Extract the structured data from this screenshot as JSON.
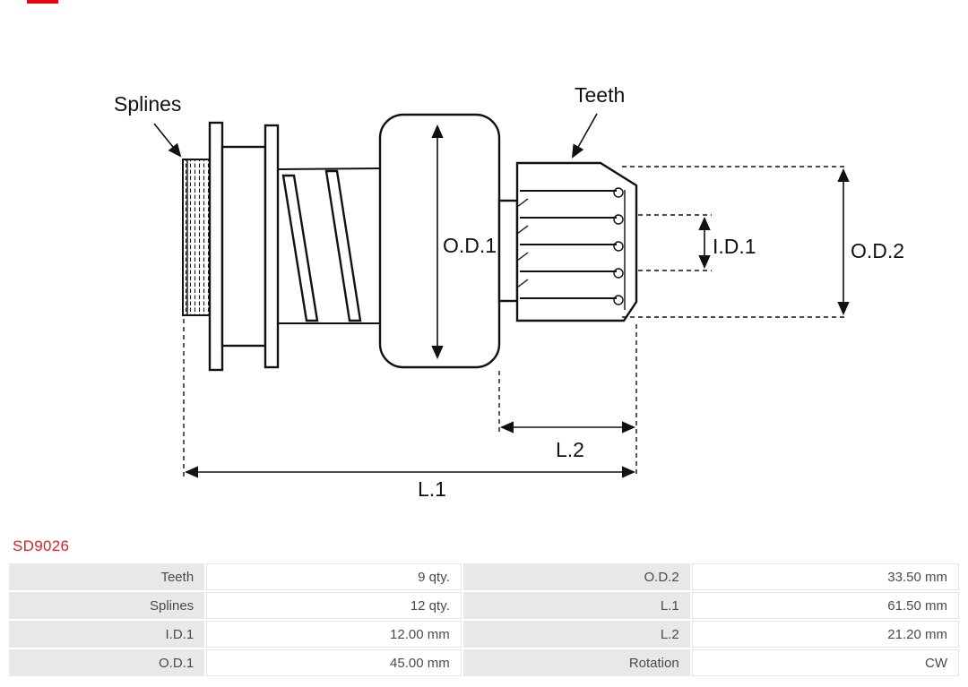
{
  "product": {
    "code": "SD9026",
    "code_color": "#d9232a"
  },
  "diagram": {
    "type": "starter-drive-technical-drawing",
    "labels": {
      "splines": "Splines",
      "teeth": "Teeth",
      "od1": "O.D.1",
      "id1": "I.D.1",
      "od2": "O.D.2",
      "l1": "L.1",
      "l2": "L.2"
    }
  },
  "spec_table": {
    "rows": [
      {
        "cells": [
          {
            "label": "Teeth",
            "value": "9 qty."
          },
          {
            "label": "O.D.2",
            "value": "33.50 mm"
          }
        ]
      },
      {
        "cells": [
          {
            "label": "Splines",
            "value": "12 qty."
          },
          {
            "label": "L.1",
            "value": "61.50 mm"
          }
        ]
      },
      {
        "cells": [
          {
            "label": "I.D.1",
            "value": "12.00 mm"
          },
          {
            "label": "L.2",
            "value": "21.20 mm"
          }
        ]
      },
      {
        "cells": [
          {
            "label": "O.D.1",
            "value": "45.00 mm"
          },
          {
            "label": "Rotation",
            "value": "CW"
          }
        ]
      }
    ]
  }
}
